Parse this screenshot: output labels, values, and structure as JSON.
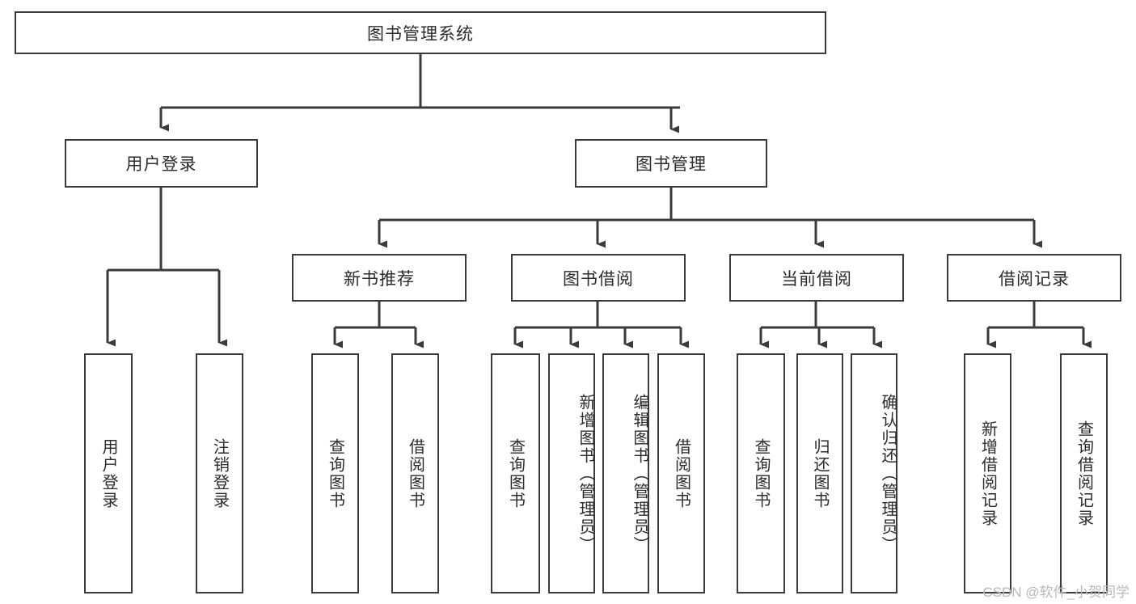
{
  "diagram": {
    "title": "图书管理系统",
    "watermark": "CSDN @软件_小贺同学",
    "level2": {
      "user_login": "用户登录",
      "book_manage": "图书管理"
    },
    "level3": {
      "new_book_rec": "新书推荐",
      "book_borrow": "图书借阅",
      "current_borrow": "当前借阅",
      "borrow_record": "借阅记录"
    },
    "leaves": {
      "user_login_group": [
        "用户登录",
        "注销登录"
      ],
      "new_book_rec_group": [
        "查询图书",
        "借阅图书"
      ],
      "book_borrow_group": [
        "查询图书",
        "新增图书（管理员）",
        "编辑图书（管理员）",
        "借阅图书"
      ],
      "current_borrow_group": [
        "查询图书",
        "归还图书",
        "确认归还（管理员）"
      ],
      "borrow_record_group": [
        "新增借阅记录",
        "查询借阅记录"
      ]
    }
  },
  "style": {
    "border_color": "#3b3b3b",
    "line_color": "#3b3b3b",
    "background": "#ffffff",
    "text_color": "#2b2b2b",
    "watermark_color": "#b9b9b9"
  }
}
